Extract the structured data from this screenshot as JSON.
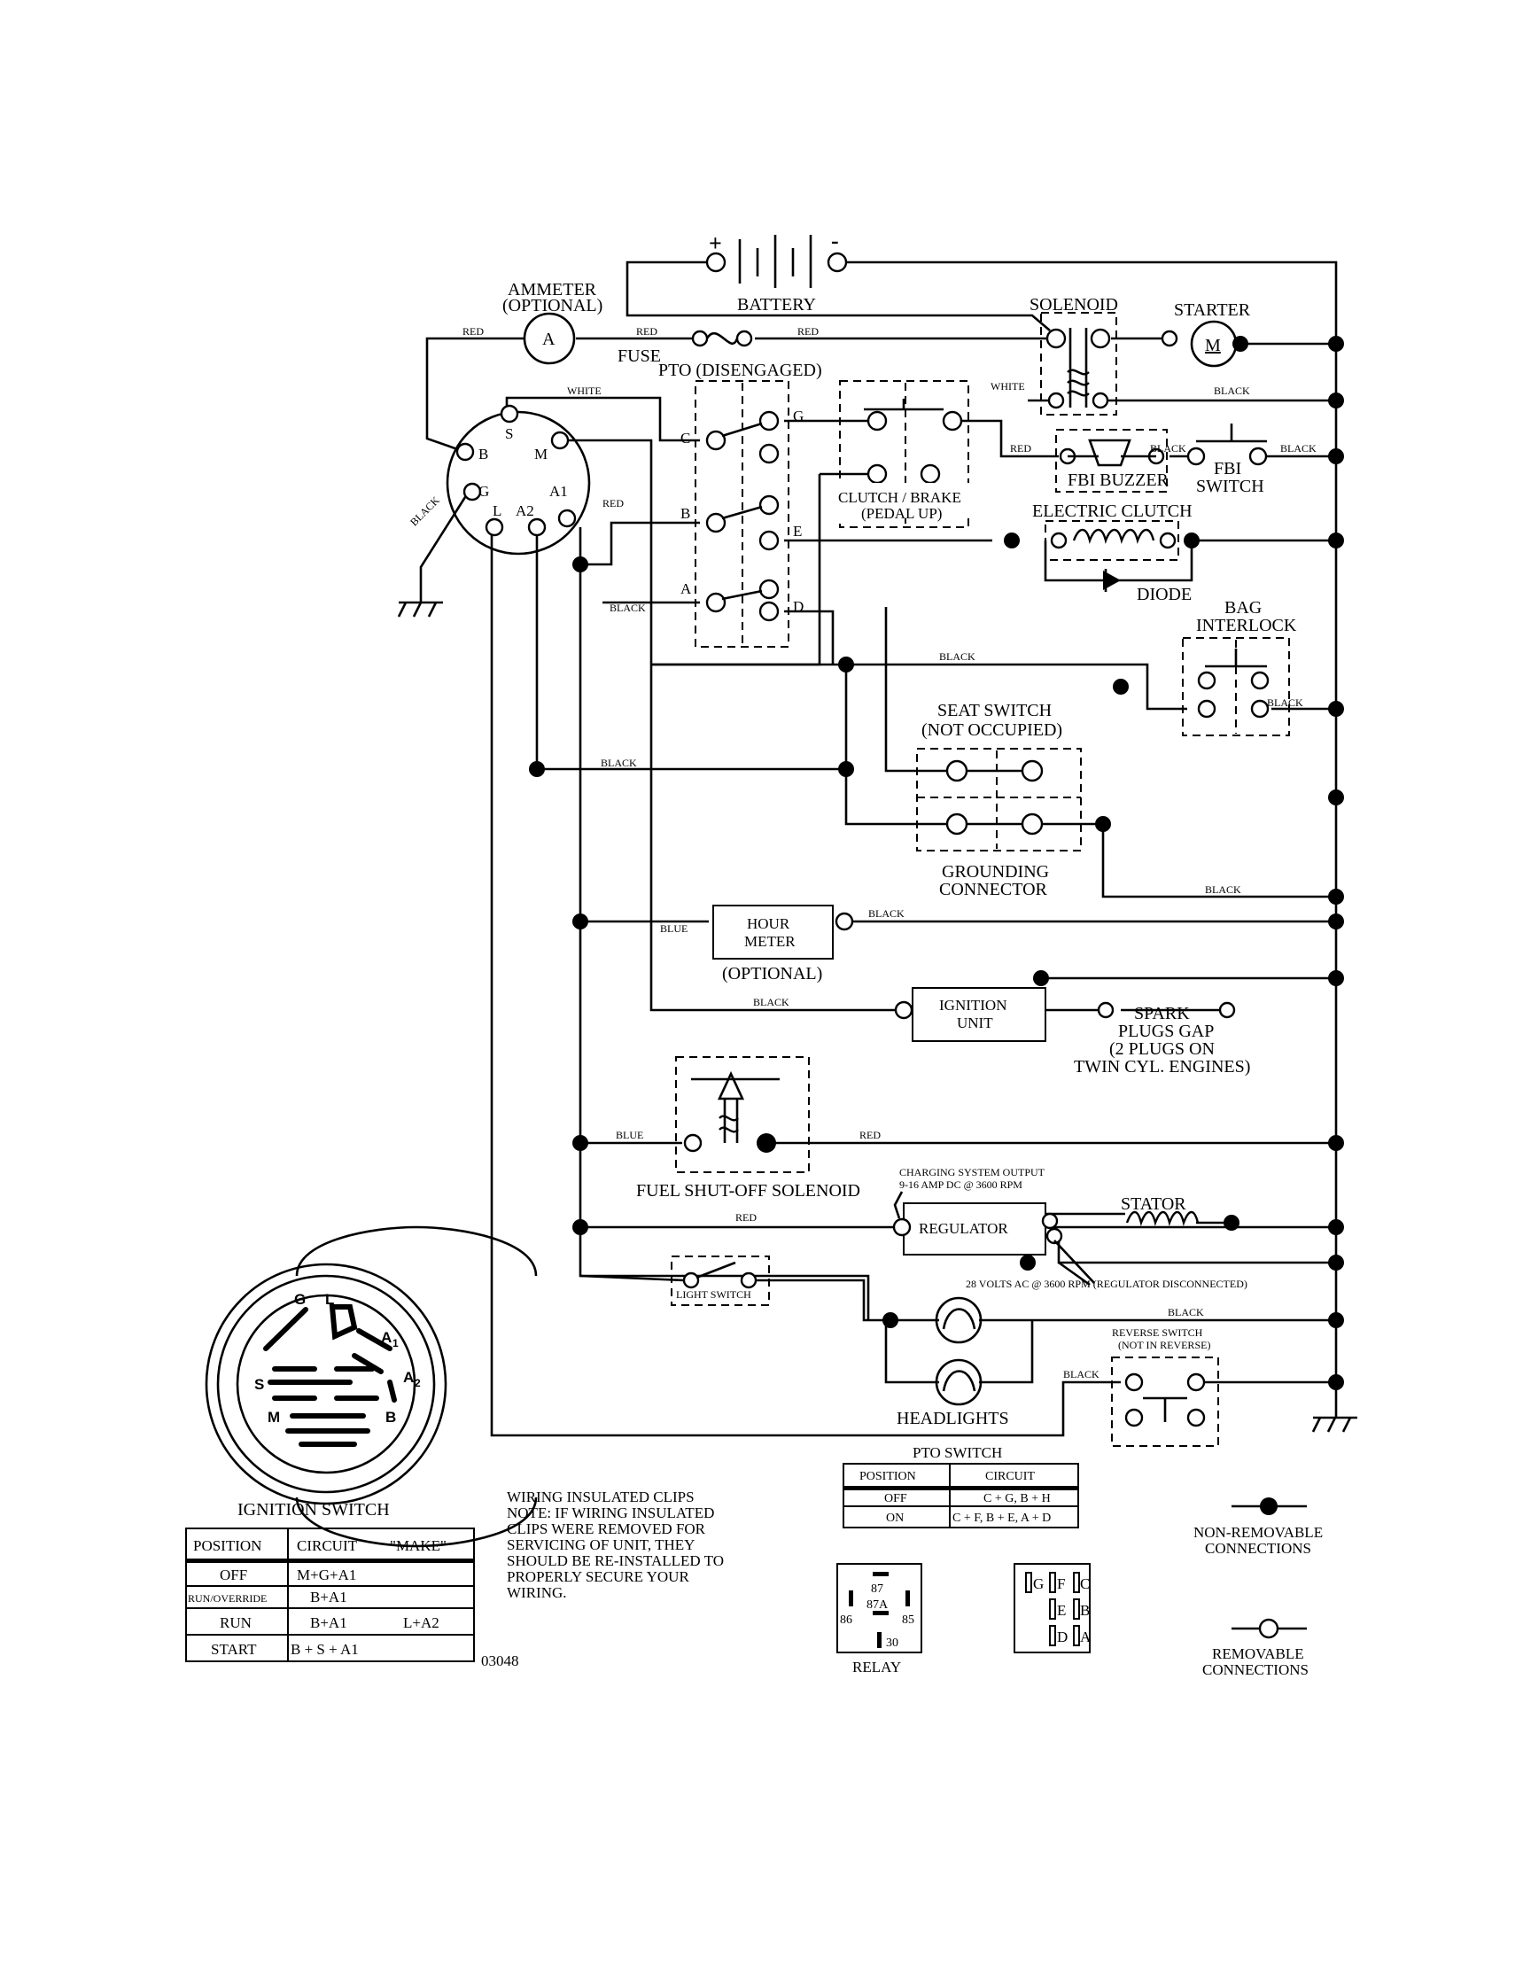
{
  "diagram_id": "03048",
  "components": {
    "battery": {
      "label": "BATTERY",
      "plus": "+",
      "minus": "-"
    },
    "ammeter": {
      "label": "AMMETER",
      "sub": "(OPTIONAL)",
      "symbol": "A"
    },
    "fuse": "FUSE",
    "solenoid": "SOLENOID",
    "starter": {
      "label": "STARTER",
      "symbol": "M"
    },
    "pto_switch": "PTO (DISENGAGED)",
    "clutch_brake": {
      "line1": "CLUTCH / BRAKE",
      "line2": "(PEDAL UP)"
    },
    "fbi_buzzer": "FBI BUZZER",
    "fbi_switch": {
      "line1": "FBI",
      "line2": "SWITCH"
    },
    "electric_clutch": "ELECTRIC CLUTCH",
    "diode": "DIODE",
    "bag_interlock": {
      "line1": "BAG",
      "line2": "INTERLOCK"
    },
    "seat_switch": {
      "line1": "SEAT SWITCH",
      "line2": "(NOT OCCUPIED)"
    },
    "grounding_connector": {
      "line1": "GROUNDING",
      "line2": "CONNECTOR"
    },
    "hour_meter": {
      "line1": "HOUR",
      "line2": "METER",
      "sub": "(OPTIONAL)"
    },
    "ignition_unit": {
      "line1": "IGNITION",
      "line2": "UNIT"
    },
    "spark_plugs": {
      "line1": "SPARK",
      "line2": "PLUGS GAP",
      "line3": "(2 PLUGS ON",
      "line4": "TWIN CYL. ENGINES)"
    },
    "fuel_solenoid": "FUEL SHUT-OFF SOLENOID",
    "charging_output": {
      "line1": "CHARGING SYSTEM OUTPUT",
      "line2": "9-16 AMP DC @ 3600 RPM"
    },
    "regulator": "REGULATOR",
    "stator": "STATOR",
    "ac_volts": "28 VOLTS AC @ 3600 RPM (REGULATOR DISCONNECTED)",
    "light_switch": "LIGHT SWITCH",
    "headlights": "HEADLIGHTS",
    "reverse_switch": {
      "line1": "REVERSE SWITCH",
      "line2": "(NOT IN REVERSE)"
    }
  },
  "ignition_terminals": {
    "S": "S",
    "M": "M",
    "B": "B",
    "G": "G",
    "L": "L",
    "A1": "A1",
    "A2": "A2"
  },
  "pto_terminals": {
    "C": "C",
    "G": "G",
    "B": "B",
    "E": "E",
    "A": "A",
    "D": "D"
  },
  "wire_colors": {
    "red": "RED",
    "white": "WHITE",
    "black": "BLACK",
    "blue": "BLUE"
  },
  "ignition_switch_face": {
    "title": "IGNITION SWITCH",
    "terminals": {
      "G": "G",
      "L": "L",
      "A1": "A",
      "A1_sub": "1",
      "A2": "A",
      "A2_sub": "2",
      "S": "S",
      "M": "M",
      "B": "B"
    }
  },
  "ignition_table": {
    "headers": [
      "POSITION",
      "CIRCUIT",
      "\"MAKE\""
    ],
    "rows": [
      {
        "position": "OFF",
        "circuit": "M+G+A1",
        "extra": ""
      },
      {
        "position": "RUN/OVERRIDE",
        "circuit": "B+A1",
        "extra": ""
      },
      {
        "position": "RUN",
        "circuit": "B+A1",
        "extra": "L+A2"
      },
      {
        "position": "START",
        "circuit": "B + S + A1",
        "extra": ""
      }
    ]
  },
  "pto_table": {
    "title": "PTO SWITCH",
    "headers": [
      "POSITION",
      "CIRCUIT"
    ],
    "rows": [
      {
        "position": "OFF",
        "circuit": "C + G, B + H"
      },
      {
        "position": "ON",
        "circuit": "C + F, B + E, A + D"
      }
    ]
  },
  "note": {
    "line1": "WIRING INSULATED CLIPS",
    "line2": "NOTE:  IF WIRING INSULATED",
    "line3": "CLIPS WERE REMOVED FOR",
    "line4": "SERVICING OF UNIT, THEY",
    "line5": "SHOULD BE RE-INSTALLED TO",
    "line6": "PROPERLY SECURE YOUR",
    "line7": "WIRING."
  },
  "relay": {
    "label": "RELAY",
    "pins": {
      "p87": "87",
      "p87a": "87A",
      "p86": "86",
      "p85": "85",
      "p30": "30"
    }
  },
  "pto_pinout": {
    "G": "G",
    "F": "F",
    "C": "C",
    "E": "E",
    "B": "B",
    "D": "D",
    "A": "A"
  },
  "legend": {
    "non_removable": {
      "line1": "NON-REMOVABLE",
      "line2": "CONNECTIONS"
    },
    "removable": {
      "line1": "REMOVABLE",
      "line2": "CONNECTIONS"
    }
  }
}
